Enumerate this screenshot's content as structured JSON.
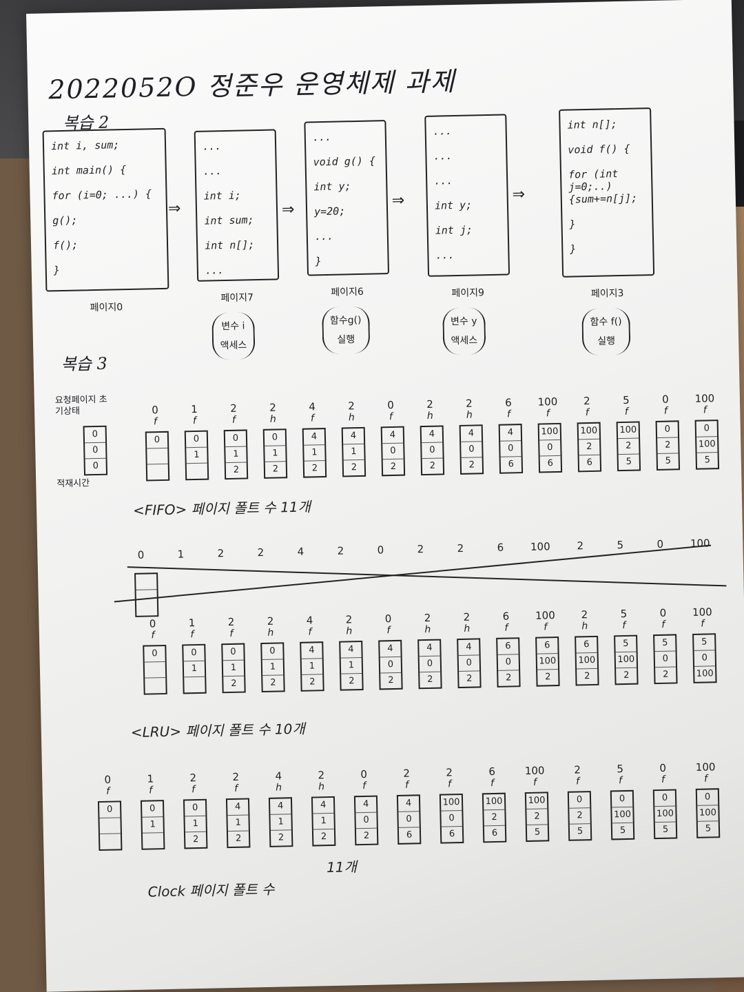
{
  "title": "2022052O 정준우 운영체제 과제",
  "sections": {
    "s2": "복습 2",
    "s3": "복습 3"
  },
  "code_boxes": [
    {
      "lines": [
        "int i, sum;",
        "int main() {",
        "  for (i=0; ...) {",
        "    g();",
        "    f();",
        "}"
      ],
      "page_label": "페이지0",
      "note": []
    },
    {
      "lines": [
        "...",
        "...",
        "int i;",
        "int sum;",
        "int n[];",
        "  ..."
      ],
      "page_label": "페이지7",
      "note": [
        "변수 i",
        "액세스"
      ]
    },
    {
      "lines": [
        "...",
        "void g() {",
        "  int y;",
        "  y=20;",
        "  ...",
        "}"
      ],
      "page_label": "페이지6",
      "note": [
        "함수g()",
        "실행"
      ]
    },
    {
      "lines": [
        "...",
        "...",
        "...",
        "int y;",
        "int j;",
        "  ..."
      ],
      "page_label": "페이지9",
      "note": [
        "변수 y",
        "액세스"
      ]
    },
    {
      "lines": [
        "int n[];",
        "void f() {",
        "for (int j=0;..)",
        "{sum+=n[j];",
        " }",
        "}"
      ],
      "page_label": "페이지3",
      "note": [
        "함수 f()",
        "실행"
      ]
    }
  ],
  "initial_state": {
    "label_top": "요청페이지 초기상태",
    "label_bottom": "적재시간",
    "values": [
      "0",
      "0",
      "0"
    ]
  },
  "fifo": {
    "refs": [
      "0",
      "1",
      "2",
      "2",
      "4",
      "2",
      "0",
      "2",
      "2",
      "6",
      "100",
      "2",
      "5",
      "0",
      "100"
    ],
    "hits": [
      "f",
      "f",
      "f",
      "h",
      "f",
      "h",
      "f",
      "h",
      "h",
      "f",
      "f",
      "f",
      "f",
      "f",
      "f"
    ],
    "frames": [
      [
        "0",
        "",
        ""
      ],
      [
        "0",
        "1",
        ""
      ],
      [
        "0",
        "1",
        "2"
      ],
      [
        "0",
        "1",
        "2"
      ],
      [
        "4",
        "1",
        "2"
      ],
      [
        "4",
        "1",
        "2"
      ],
      [
        "4",
        "0",
        "2"
      ],
      [
        "4",
        "0",
        "2"
      ],
      [
        "4",
        "0",
        "2"
      ],
      [
        "4",
        "0",
        "6"
      ],
      [
        "100",
        "0",
        "6"
      ],
      [
        "100",
        "2",
        "6"
      ],
      [
        "100",
        "2",
        "5"
      ],
      [
        "0",
        "2",
        "5"
      ],
      [
        "0",
        "100",
        "5"
      ]
    ],
    "result": "<FIFO>  페이지 폴트 수 11개"
  },
  "crossed_row": {
    "refs": [
      "0",
      "1",
      "2",
      "2",
      "4",
      "2",
      "0",
      "2",
      "2",
      "6",
      "100",
      "2",
      "5",
      "0",
      "100"
    ]
  },
  "lru": {
    "refs": [
      "0",
      "1",
      "2",
      "2",
      "4",
      "2",
      "0",
      "2",
      "2",
      "6",
      "100",
      "2",
      "5",
      "0",
      "100"
    ],
    "hits": [
      "f",
      "f",
      "f",
      "h",
      "f",
      "h",
      "f",
      "h",
      "h",
      "f",
      "f",
      "h",
      "f",
      "f",
      "f"
    ],
    "frames": [
      [
        "0",
        "",
        ""
      ],
      [
        "0",
        "1",
        ""
      ],
      [
        "0",
        "1",
        "2"
      ],
      [
        "0",
        "1",
        "2"
      ],
      [
        "4",
        "1",
        "2"
      ],
      [
        "4",
        "1",
        "2"
      ],
      [
        "4",
        "0",
        "2"
      ],
      [
        "4",
        "0",
        "2"
      ],
      [
        "4",
        "0",
        "2"
      ],
      [
        "6",
        "0",
        "2"
      ],
      [
        "6",
        "100",
        "2"
      ],
      [
        "6",
        "100",
        "2"
      ],
      [
        "5",
        "100",
        "2"
      ],
      [
        "5",
        "0",
        "2"
      ],
      [
        "5",
        "0",
        "100"
      ]
    ],
    "result": "<LRU>  페이지 폴트 수 10개"
  },
  "clock": {
    "refs": [
      "0",
      "1",
      "2",
      "2",
      "4",
      "2",
      "0",
      "2",
      "2",
      "6",
      "100",
      "2",
      "5",
      "0",
      "100"
    ],
    "hits": [
      "f",
      "f",
      "f",
      "f",
      "h",
      "h",
      "f",
      "f",
      "f",
      "f",
      "f",
      "f",
      "f",
      "f",
      "f"
    ],
    "frames": [
      [
        "0",
        "",
        ""
      ],
      [
        "0",
        "1",
        ""
      ],
      [
        "0",
        "1",
        "2"
      ],
      [
        "4",
        "1",
        "2"
      ],
      [
        "4",
        "1",
        "2"
      ],
      [
        "4",
        "1",
        "2"
      ],
      [
        "4",
        "0",
        "2"
      ],
      [
        "4",
        "0",
        "6"
      ],
      [
        "100",
        "0",
        "6"
      ],
      [
        "100",
        "2",
        "6"
      ],
      [
        "100",
        "2",
        "5"
      ],
      [
        "0",
        "2",
        "5"
      ],
      [
        "0",
        "100",
        "5"
      ],
      [
        "0",
        "100",
        "5"
      ],
      [
        "0",
        "100",
        "5"
      ]
    ],
    "result": "Clock  페이지 폴트 수",
    "count": "11개"
  }
}
